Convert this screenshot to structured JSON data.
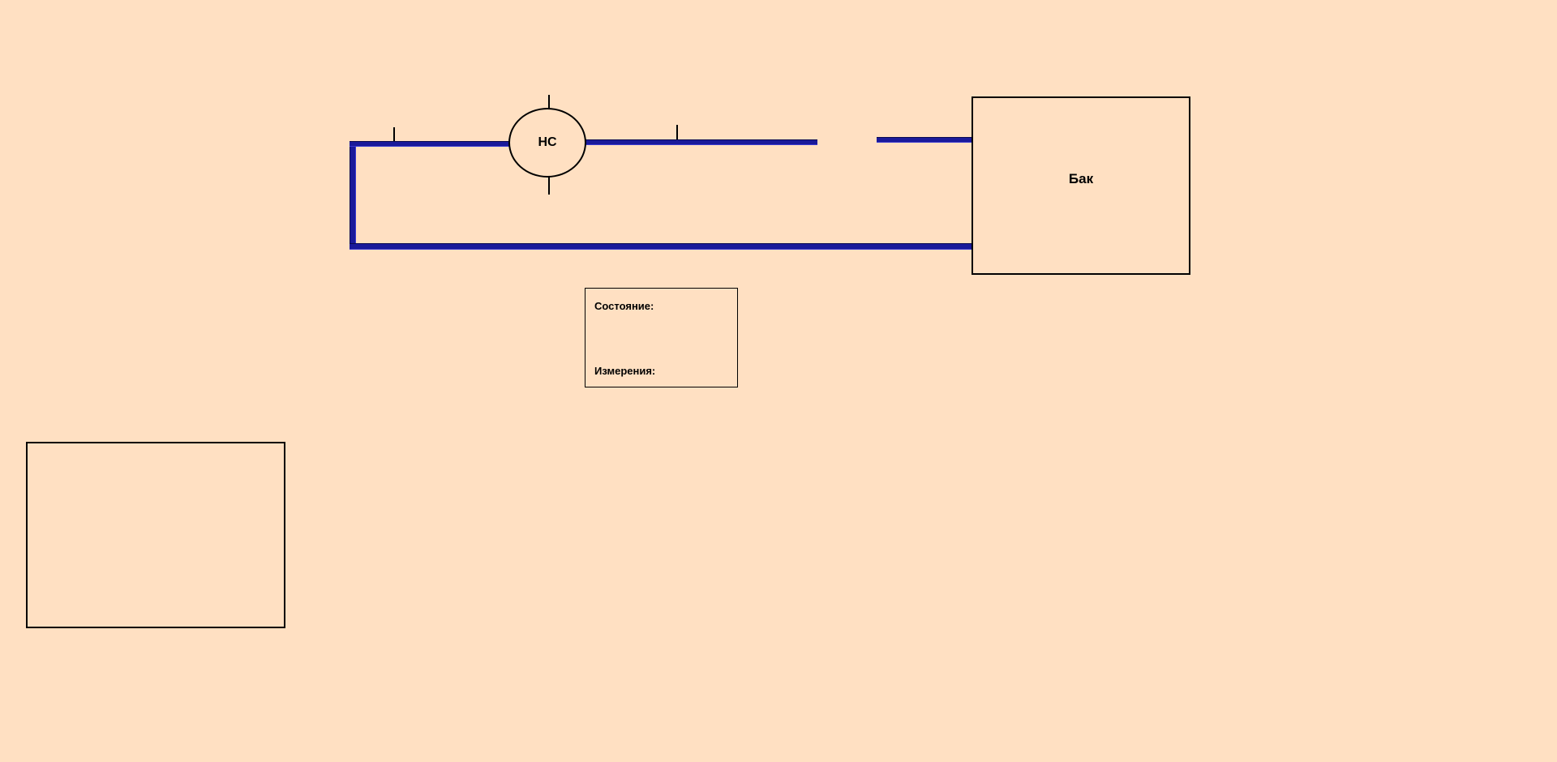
{
  "scheme": {
    "pump": {
      "label": "НС"
    },
    "tank": {
      "label": "Бак"
    },
    "info_panel": {
      "state_label": "Состояние:",
      "measurements_label": "Измерения:"
    }
  },
  "colors": {
    "background": "#FFE0C2",
    "pipe": "#1a1a9a",
    "outline": "#000000"
  }
}
